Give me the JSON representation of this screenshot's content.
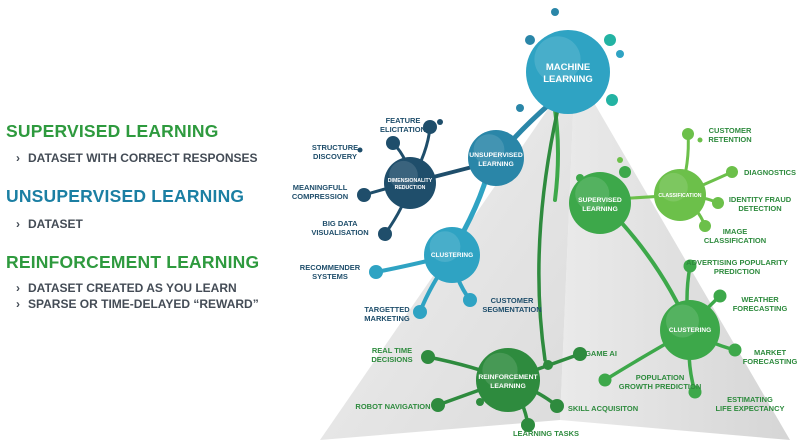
{
  "legend": {
    "supervised_title": "SUPERVISED LEARNING",
    "supervised_desc": "DATASET WITH CORRECT RESPONSES",
    "unsupervised_title": "UNSUPERVISED LEARNING",
    "unsupervised_desc": "DATASET",
    "reinforcement_title": "REINFORCEMENT LEARNING",
    "reinforcement_desc_1": "DATASET CREATED AS YOU LEARN",
    "reinforcement_desc_2": "SPARSE OR TIME-DELAYED “REWARD”",
    "bullet_glyph": "›"
  },
  "root": {
    "line1": "MACHINE",
    "line2": "LEARNING"
  },
  "unsupervised": {
    "node": {
      "line1": "UNSUPERVISED",
      "line2": "LEARNING"
    },
    "dimensionality": {
      "line1": "DIMENSIONALITY",
      "line2": "REDUCTION",
      "leaves": [
        [
          "FEATURE",
          "ELICITATION"
        ],
        [
          "STRUCTURE",
          "DISCOVERY"
        ],
        [
          "MEANINGFULL",
          "COMPRESSION"
        ],
        [
          "BIG DATA",
          "VISUALISATION"
        ]
      ]
    },
    "clustering": {
      "label": "CLUSTERING",
      "leaves": [
        [
          "RECOMMENDER",
          "SYSTEMS"
        ],
        [
          "TARGETTED",
          "MARKETING"
        ],
        [
          "CUSTOMER",
          "SEGMENTATION"
        ]
      ]
    }
  },
  "supervised": {
    "node": {
      "line1": "SUPERVISED",
      "line2": "LEARNING"
    },
    "classification": {
      "label": "CLASSIFICATION",
      "leaves": [
        [
          "CUSTOMER",
          "RETENTION"
        ],
        [
          "DIAGNOSTICS"
        ],
        [
          "IDENTITY FRAUD",
          "DETECTION"
        ],
        [
          "IMAGE",
          "CLASSIFICATION"
        ]
      ]
    },
    "clustering": {
      "label": "CLUSTERING",
      "leaves": [
        [
          "ADVERTISING POPULARITY",
          "PREDICTION"
        ],
        [
          "WEATHER",
          "FORECASTING"
        ],
        [
          "MARKET",
          "FORECASTING"
        ],
        [
          "POPULATION",
          "GROWTH PREDICTION"
        ],
        [
          "ESTIMATING",
          "LIFE EXPECTANCY"
        ]
      ]
    }
  },
  "reinforcement": {
    "node": {
      "line1": "REINFORCEMENT",
      "line2": "LEARNING"
    },
    "leaves": [
      [
        "REAL TIME",
        "DECISIONS"
      ],
      [
        "GAME AI"
      ],
      [
        "ROBOT NAVIGATION"
      ],
      [
        "SKILL ACQUISITON"
      ],
      [
        "LEARNING TASKS"
      ]
    ]
  },
  "colors": {
    "blue_dark": "#1f4e6b",
    "blue_mid": "#2a86a8",
    "blue_light": "#2fa3c3",
    "teal": "#23b3a3",
    "green_dark": "#2e8b3e",
    "green_mid": "#3da84a",
    "green_light": "#6cc04a",
    "text_blue": "#1f4e6b",
    "text_green": "#2e8b3e",
    "pyramid": "#d7d7d7"
  }
}
